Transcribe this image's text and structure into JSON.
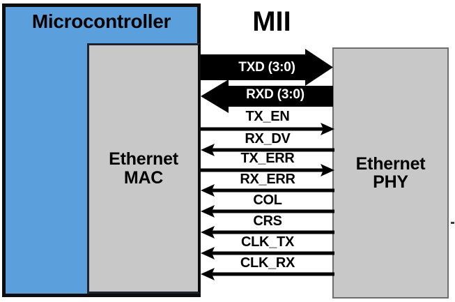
{
  "diagram": {
    "title": "MII",
    "blocks": {
      "microcontroller": {
        "label": "Microcontroller",
        "color": "#5ba0dc",
        "border_color": "#0d0d0d"
      },
      "mac": {
        "label": "Ethernet\nMAC",
        "color": "#c8c8c8",
        "border_color": "#1b2430"
      },
      "phy": {
        "label": "Ethernet\nPHY",
        "color": "#c8c8c8",
        "border_color": "#6e6e6e"
      }
    },
    "bus_signals": [
      {
        "name": "TXD (3:0)",
        "direction": "right",
        "style": "bus",
        "label_color": "#ffffff"
      },
      {
        "name": "RXD (3:0)",
        "direction": "left",
        "style": "bus",
        "label_color": "#ffffff"
      }
    ],
    "signals": [
      {
        "name": "TX_EN",
        "direction": "right"
      },
      {
        "name": "RX_DV",
        "direction": "left"
      },
      {
        "name": "TX_ERR",
        "direction": "right"
      },
      {
        "name": "RX_ERR",
        "direction": "left"
      },
      {
        "name": "COL",
        "direction": "left"
      },
      {
        "name": "CRS",
        "direction": "left"
      },
      {
        "name": "CLK_TX",
        "direction": "left"
      },
      {
        "name": "CLK_RX",
        "direction": "left"
      }
    ]
  }
}
